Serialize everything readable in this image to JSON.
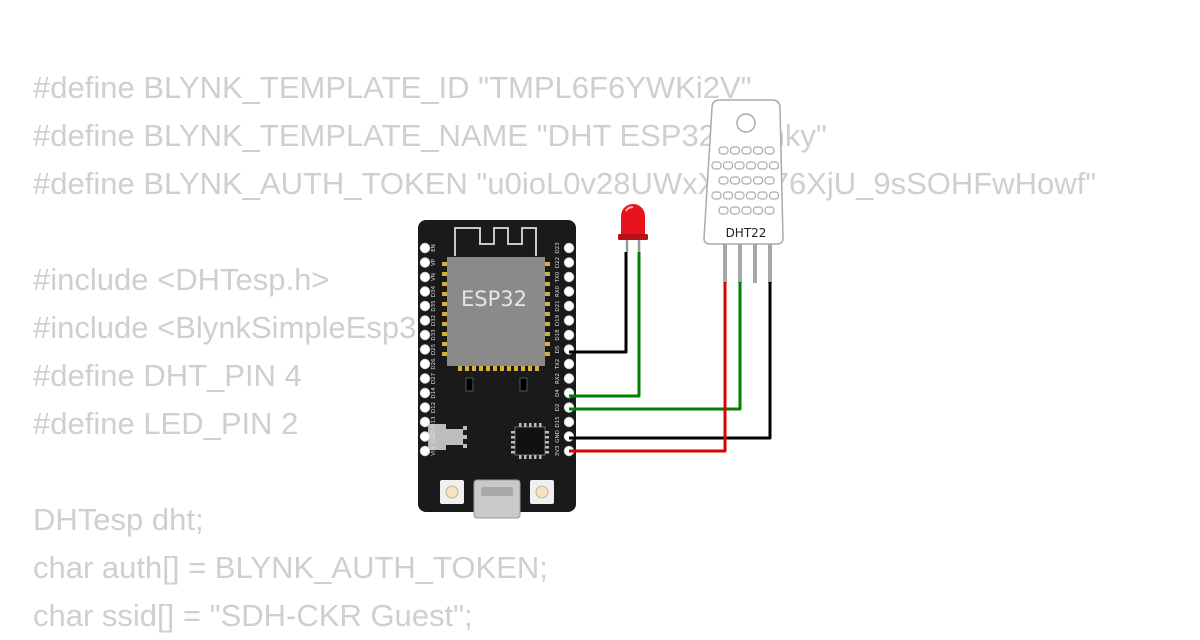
{
  "code_lines": [
    "#define BLYNK_TEMPLATE_ID \"TMPL6F6YWKi2V\"",
    "#define BLYNK_TEMPLATE_NAME \"DHT ESP32 Blynky\"",
    "#define BLYNK_AUTH_TOKEN \"u0ioL0v28UWxXXbx76XjU_9sSOHFwHowf\"",
    "",
    "#include <DHTesp.h>",
    "#include <BlynkSimpleEsp32.h>",
    "#define DHT_PIN 4",
    "#define LED_PIN 2",
    "",
    "DHTesp dht;",
    "char auth[] = BLYNK_AUTH_TOKEN;",
    "char ssid[] = \"SDH-CKR Guest\";"
  ],
  "esp32": {
    "label": "ESP32",
    "left_pins": [
      "VIN",
      "GND",
      "D13",
      "D12",
      "D14",
      "D27",
      "D26",
      "D25",
      "D33",
      "D32",
      "D35",
      "D34",
      "VN",
      "VP",
      "EN"
    ],
    "right_pins": [
      "3V3",
      "GND",
      "D15",
      "D2",
      "D4",
      "RX2",
      "TX2",
      "D5",
      "D18",
      "D19",
      "D21",
      "RX0",
      "TX0",
      "D22",
      "D23"
    ]
  },
  "dht": {
    "label": "DHT22"
  },
  "wire_colors": {
    "ground": "#000000",
    "signal": "#008000",
    "power": "#dd0000"
  },
  "colors": {
    "board": "#1a1a1a",
    "chip": "#8a8a8a",
    "led": "#e8141b",
    "code_text": "#cfcfcf"
  }
}
